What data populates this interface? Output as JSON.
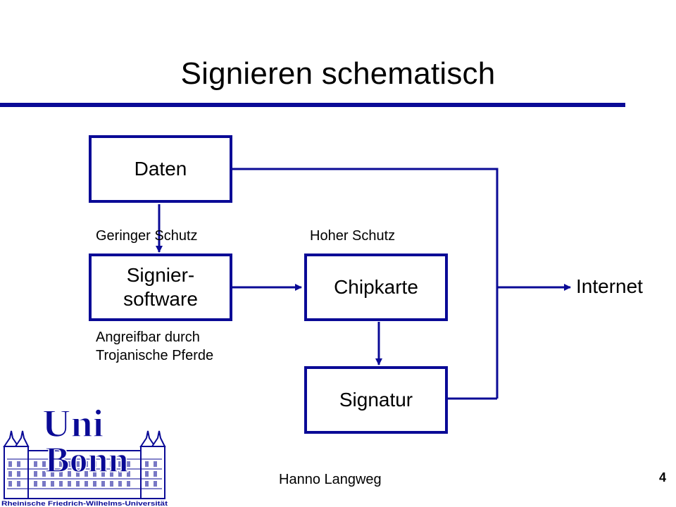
{
  "slide": {
    "title": "Signieren schematisch",
    "author": "Hanno Langweg",
    "page_number": "4",
    "accent_color": "#0a0a96"
  },
  "diagram": {
    "nodes": {
      "daten": "Daten",
      "software": "Signier-\nsoftware",
      "chipkarte": "Chipkarte",
      "signatur": "Signatur"
    },
    "labels": {
      "low_protection": "Geringer Schutz",
      "high_protection": "Hoher Schutz",
      "vulnerable": "Angreifbar durch\nTrojanische Pferde",
      "internet": "Internet"
    }
  },
  "logo": {
    "line1": "Uni",
    "line2": "Bonn",
    "caption": "Rheinische Friedrich-Wilhelms-Universität"
  }
}
